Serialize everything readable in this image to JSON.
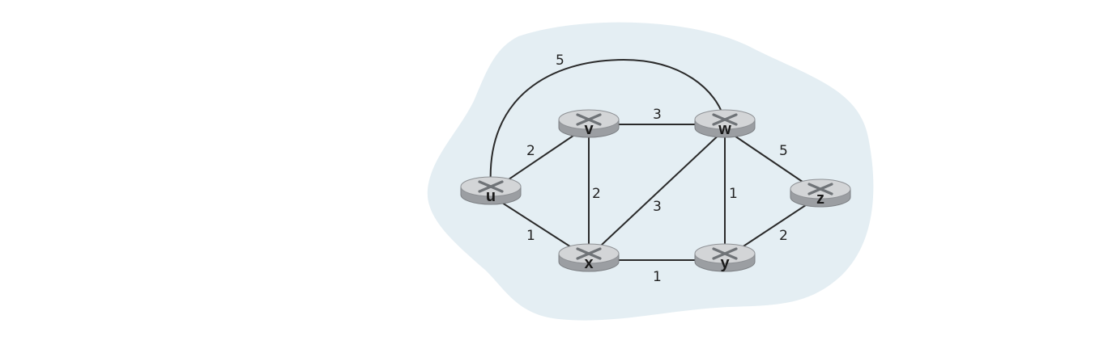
{
  "colors": {
    "cloud": "#e4eef3",
    "router_top": "#d3d5d7",
    "router_side": "#9b9ea2",
    "router_mark": "#6f7377",
    "edge": "#2a2a2a"
  },
  "nodes": [
    {
      "id": "u",
      "label": "u",
      "icon": "router-icon"
    },
    {
      "id": "v",
      "label": "v",
      "icon": "router-icon"
    },
    {
      "id": "w",
      "label": "w",
      "icon": "router-icon"
    },
    {
      "id": "x",
      "label": "x",
      "icon": "router-icon"
    },
    {
      "id": "y",
      "label": "y",
      "icon": "router-icon"
    },
    {
      "id": "z",
      "label": "z",
      "icon": "router-icon"
    }
  ],
  "edges": [
    {
      "id": "u-w",
      "from": "u",
      "to": "w",
      "cost": "5"
    },
    {
      "id": "u-v",
      "from": "u",
      "to": "v",
      "cost": "2"
    },
    {
      "id": "u-x",
      "from": "u",
      "to": "x",
      "cost": "1"
    },
    {
      "id": "v-w",
      "from": "v",
      "to": "w",
      "cost": "3"
    },
    {
      "id": "v-x",
      "from": "v",
      "to": "x",
      "cost": "2"
    },
    {
      "id": "w-x",
      "from": "w",
      "to": "x",
      "cost": "3"
    },
    {
      "id": "w-y",
      "from": "w",
      "to": "y",
      "cost": "1"
    },
    {
      "id": "w-z",
      "from": "w",
      "to": "z",
      "cost": "5"
    },
    {
      "id": "x-y",
      "from": "x",
      "to": "y",
      "cost": "1"
    },
    {
      "id": "y-z",
      "from": "y",
      "to": "z",
      "cost": "2"
    }
  ]
}
